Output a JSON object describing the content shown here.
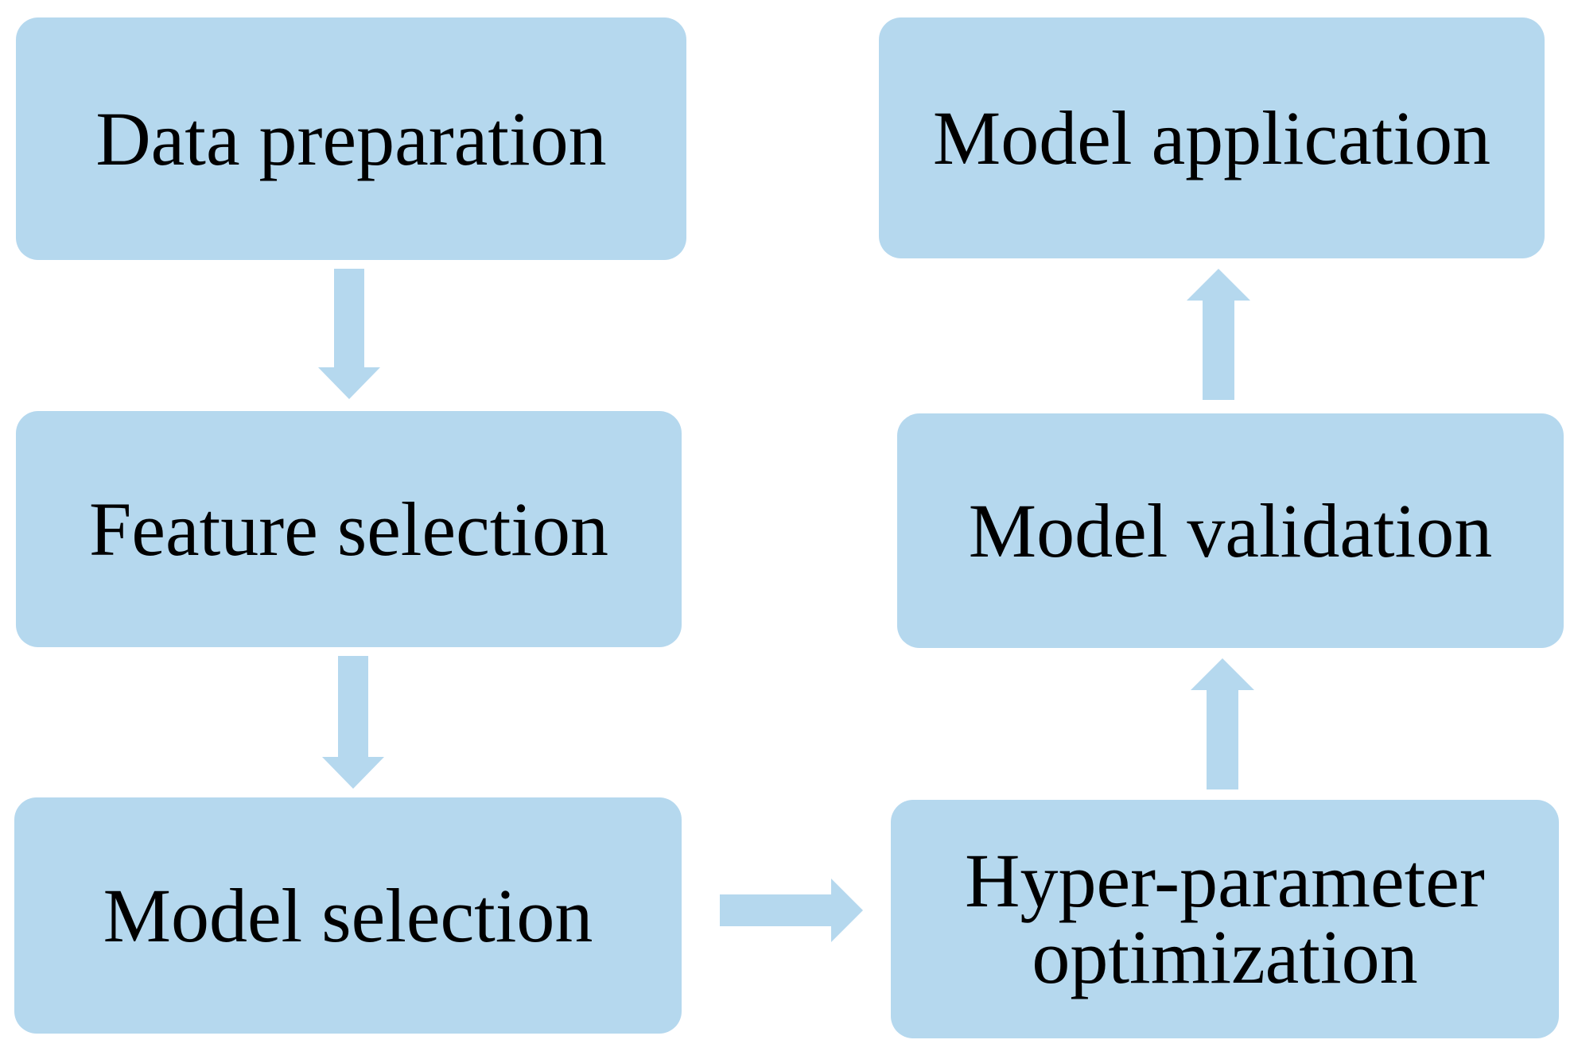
{
  "colors": {
    "box_fill": "#b5d8ee",
    "arrow_fill": "#b5d8ee",
    "text": "#000000",
    "background": "#ffffff"
  },
  "steps": {
    "data_preparation": "Data preparation",
    "feature_selection": "Feature selection",
    "model_selection": "Model selection",
    "hyperparameter_optimization_line1": "Hyper-parameter",
    "hyperparameter_optimization_line2": "optimization",
    "model_validation": "Model validation",
    "model_application": "Model application"
  }
}
